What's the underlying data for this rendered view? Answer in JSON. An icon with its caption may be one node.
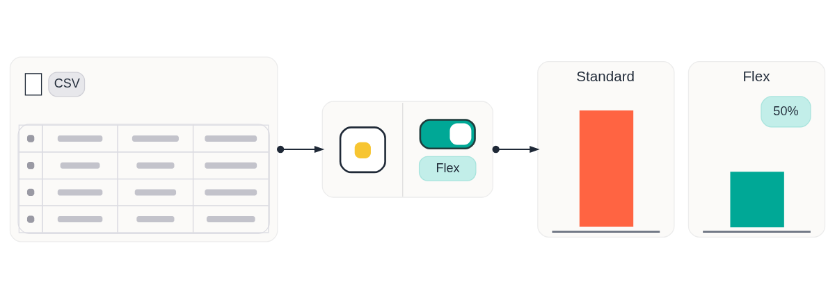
{
  "diagram": {
    "nodes": [
      {
        "text": [
          "CSV"
        ]
      },
      {
        "text": [
          "Flex"
        ]
      },
      {
        "text": [
          "Standard"
        ]
      },
      {
        "text": [
          "Flex",
          "50%"
        ]
      }
    ],
    "edges": [
      {
        "from": 0,
        "to": 1,
        "arrow": "to"
      },
      {
        "from": 1,
        "to": 2,
        "arrow": "to"
      }
    ]
  }
}
